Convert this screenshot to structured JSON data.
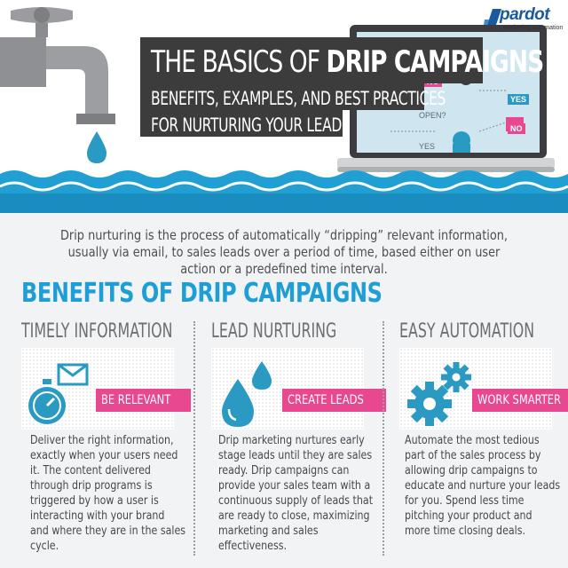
{
  "brand": {
    "name": "pardot",
    "tagline": "marketing automation"
  },
  "header": {
    "title_light": "THE BASICS OF ",
    "title_bold": "DRIP CAMPAIGNS",
    "subtitle_line1": "BENEFITS, EXAMPLES, AND BEST PRACTICES",
    "subtitle_line2": "FOR NURTURING YOUR LEADS"
  },
  "laptop_flow": {
    "labels": [
      "NO",
      "YES",
      "NO",
      "OPEN?",
      "YES"
    ]
  },
  "intro": "Drip nurturing is the process of automatically “dripping” relevant information, usually via email, to sales leads over a period of time, based either on user action or a predefined time interval.",
  "section_title": "BENEFITS OF DRIP CAMPAIGNS",
  "benefits": [
    {
      "heading": "TIMELY INFORMATION",
      "tag": "BE RELEVANT",
      "icon": "stopwatch-envelope-icon",
      "text": "Deliver the right information, exactly when your users need it. The content delivered through drip programs is triggered by how a user is interacting with your brand and where they are in the sales cycle."
    },
    {
      "heading": "LEAD NURTURING",
      "tag": "CREATE LEADS",
      "icon": "water-drops-icon",
      "text": "Drip marketing nurtures early stage leads until they are sales ready. Drip campaigns can provide your sales team with a continuous supply of leads that are ready to close, maximizing marketing and sales effectiveness."
    },
    {
      "heading": "EASY AUTOMATION",
      "tag": "WORK SMARTER",
      "icon": "gears-icon",
      "text": "Automate the most tedious part of the sales process by allowing drip campaigns to educate and nurture your leads for you. Spend less time pitching your product and more time closing deals."
    }
  ],
  "colors": {
    "accent_blue": "#1e9ed5",
    "tag_pink": "#e8488f",
    "title_bg": "#3c3c3c",
    "icon_teal": "#2a9ac2"
  }
}
